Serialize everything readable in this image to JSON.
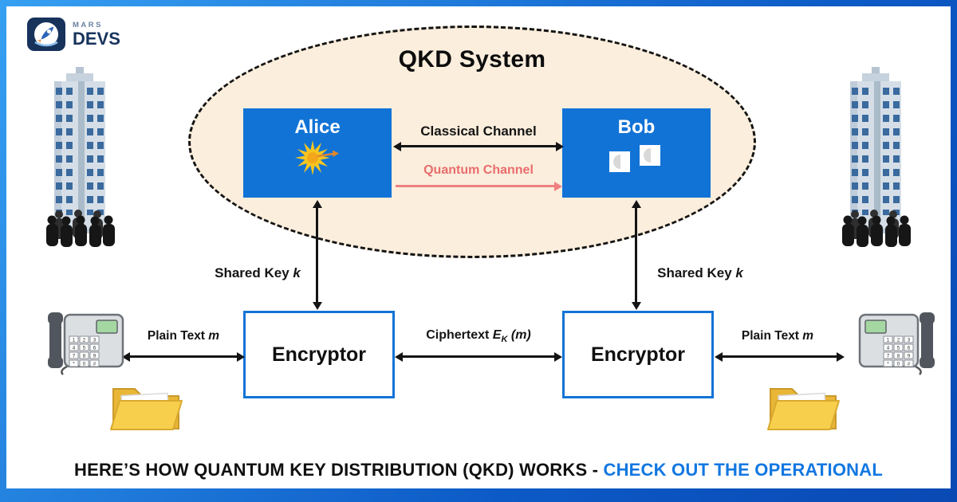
{
  "brand": {
    "line1": "MARS",
    "line2": "DEVS"
  },
  "qkd": {
    "title": "QKD System",
    "alice": "Alice",
    "bob": "Bob",
    "classical_channel": "Classical Channel",
    "quantum_channel": "Quantum Channel"
  },
  "links": {
    "shared_key_left": {
      "label": "Shared Key",
      "var": "k"
    },
    "shared_key_right": {
      "label": "Shared Key",
      "var": "k"
    },
    "ciphertext": {
      "label": "Ciphertext",
      "symbol": "E",
      "subscript": "K",
      "argument": "(m)"
    },
    "plain_text_left": {
      "label": "Plain Text",
      "var": "m"
    },
    "plain_text_right": {
      "label": "Plain Text",
      "var": "m"
    }
  },
  "encryptors": {
    "left": "Encryptor",
    "right": "Encryptor"
  },
  "phone": {
    "keypad": [
      "1",
      "2",
      "3",
      "4",
      "5",
      "6",
      "7",
      "8",
      "9",
      "*",
      "0",
      "#"
    ]
  },
  "footer": {
    "text": "HERE’S HOW QUANTUM KEY DISTRIBUTION (QKD) WORKS -",
    "highlight": "CHECK OUT THE OPERATIONAL"
  },
  "colors": {
    "accent_blue": "#1173d6",
    "quantum_red": "#e96d6d",
    "ellipse_fill": "#fbeedd",
    "link_blue": "#1277e1",
    "folder_yellow": "#f7cf4d"
  }
}
